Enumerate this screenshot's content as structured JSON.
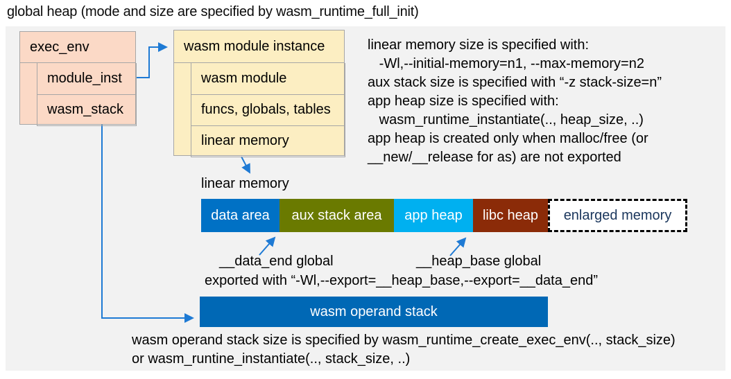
{
  "title": "global heap (mode and size are specified by wasm_runtime_full_init)",
  "exec_env_box": {
    "header": "exec_env",
    "rows": [
      "module_inst",
      "wasm_stack"
    ],
    "fill": "#FBD9C6",
    "border": "#A6A6A6"
  },
  "module_instance_box": {
    "header": "wasm module instance",
    "rows": [
      "wasm module",
      "funcs, globals, tables",
      "linear memory"
    ],
    "fill": "#FCEEC2",
    "border": "#A6A6A6"
  },
  "notes": {
    "lines": [
      "linear memory size is specified with:",
      "   -Wl,--initial-memory=n1, --max-memory=n2",
      "aux stack size is specified with “-z stack-size=n”",
      "app heap size is specified with:",
      "   wasm_runtime_instantiate(.., heap_size, ..)",
      "app heap is created only when malloc/free (or",
      "__new/__release for as) are not exported"
    ]
  },
  "linear_memory": {
    "label": "linear memory",
    "segments": [
      {
        "label": "data area",
        "color": "#0071C5",
        "text_color": "#FFFFFF"
      },
      {
        "label": "aux stack area",
        "color": "#6A7A00",
        "text_color": "#FFFFFF"
      },
      {
        "label": "app heap",
        "color": "#00B0F0",
        "text_color": "#FFFFFF"
      },
      {
        "label": "libc heap",
        "color": "#8B2B08",
        "text_color": "#FFFFFF"
      },
      {
        "label": "enlarged memory",
        "color": "#FFFFFF",
        "text_color": "#1A365C",
        "border_style": "dashed"
      }
    ]
  },
  "annotations": {
    "data_end_label": "__data_end global",
    "heap_base_label": "__heap_base global",
    "exported_line": "exported with “-Wl,--export=__heap_base,--export=__data_end”"
  },
  "operand_stack": {
    "label": "wasm operand stack",
    "color": "#0068B5"
  },
  "footer": {
    "lines": [
      "wasm operand stack size is specified by wasm_runtime_create_exec_env(.., stack_size)",
      "or wasm_runtine_instantiate(.., stack_size, ..)"
    ]
  },
  "colors": {
    "page_bg": "#FFFFFF",
    "canvas_bg": "#F2F2F2",
    "connector": "#1E7AD4",
    "text": "#000000"
  }
}
